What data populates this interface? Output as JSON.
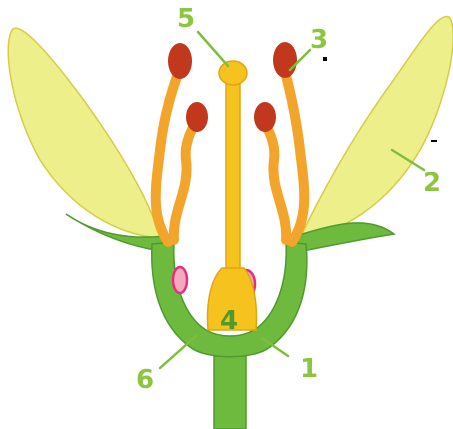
{
  "colors": {
    "background": "#ffffff",
    "petal": "#ecef8a",
    "petal_outline": "#d7cc45",
    "stem": "#6dba3f",
    "stem_dark": "#4f9a2c",
    "filament": "#f2a52a",
    "filament_dark": "#d9861a",
    "anther": "#c2381d",
    "pistil": "#f6c31e",
    "pistil_dark": "#e0a511",
    "ovule": "#f4a9bf",
    "ovule_outline": "#e52f7c",
    "label": "#8cc63e",
    "leader_line": "#7cbf3a"
  },
  "labels": {
    "one": "1",
    "two": "2",
    "three": "3",
    "four": "4",
    "five": "5",
    "six": "6"
  }
}
